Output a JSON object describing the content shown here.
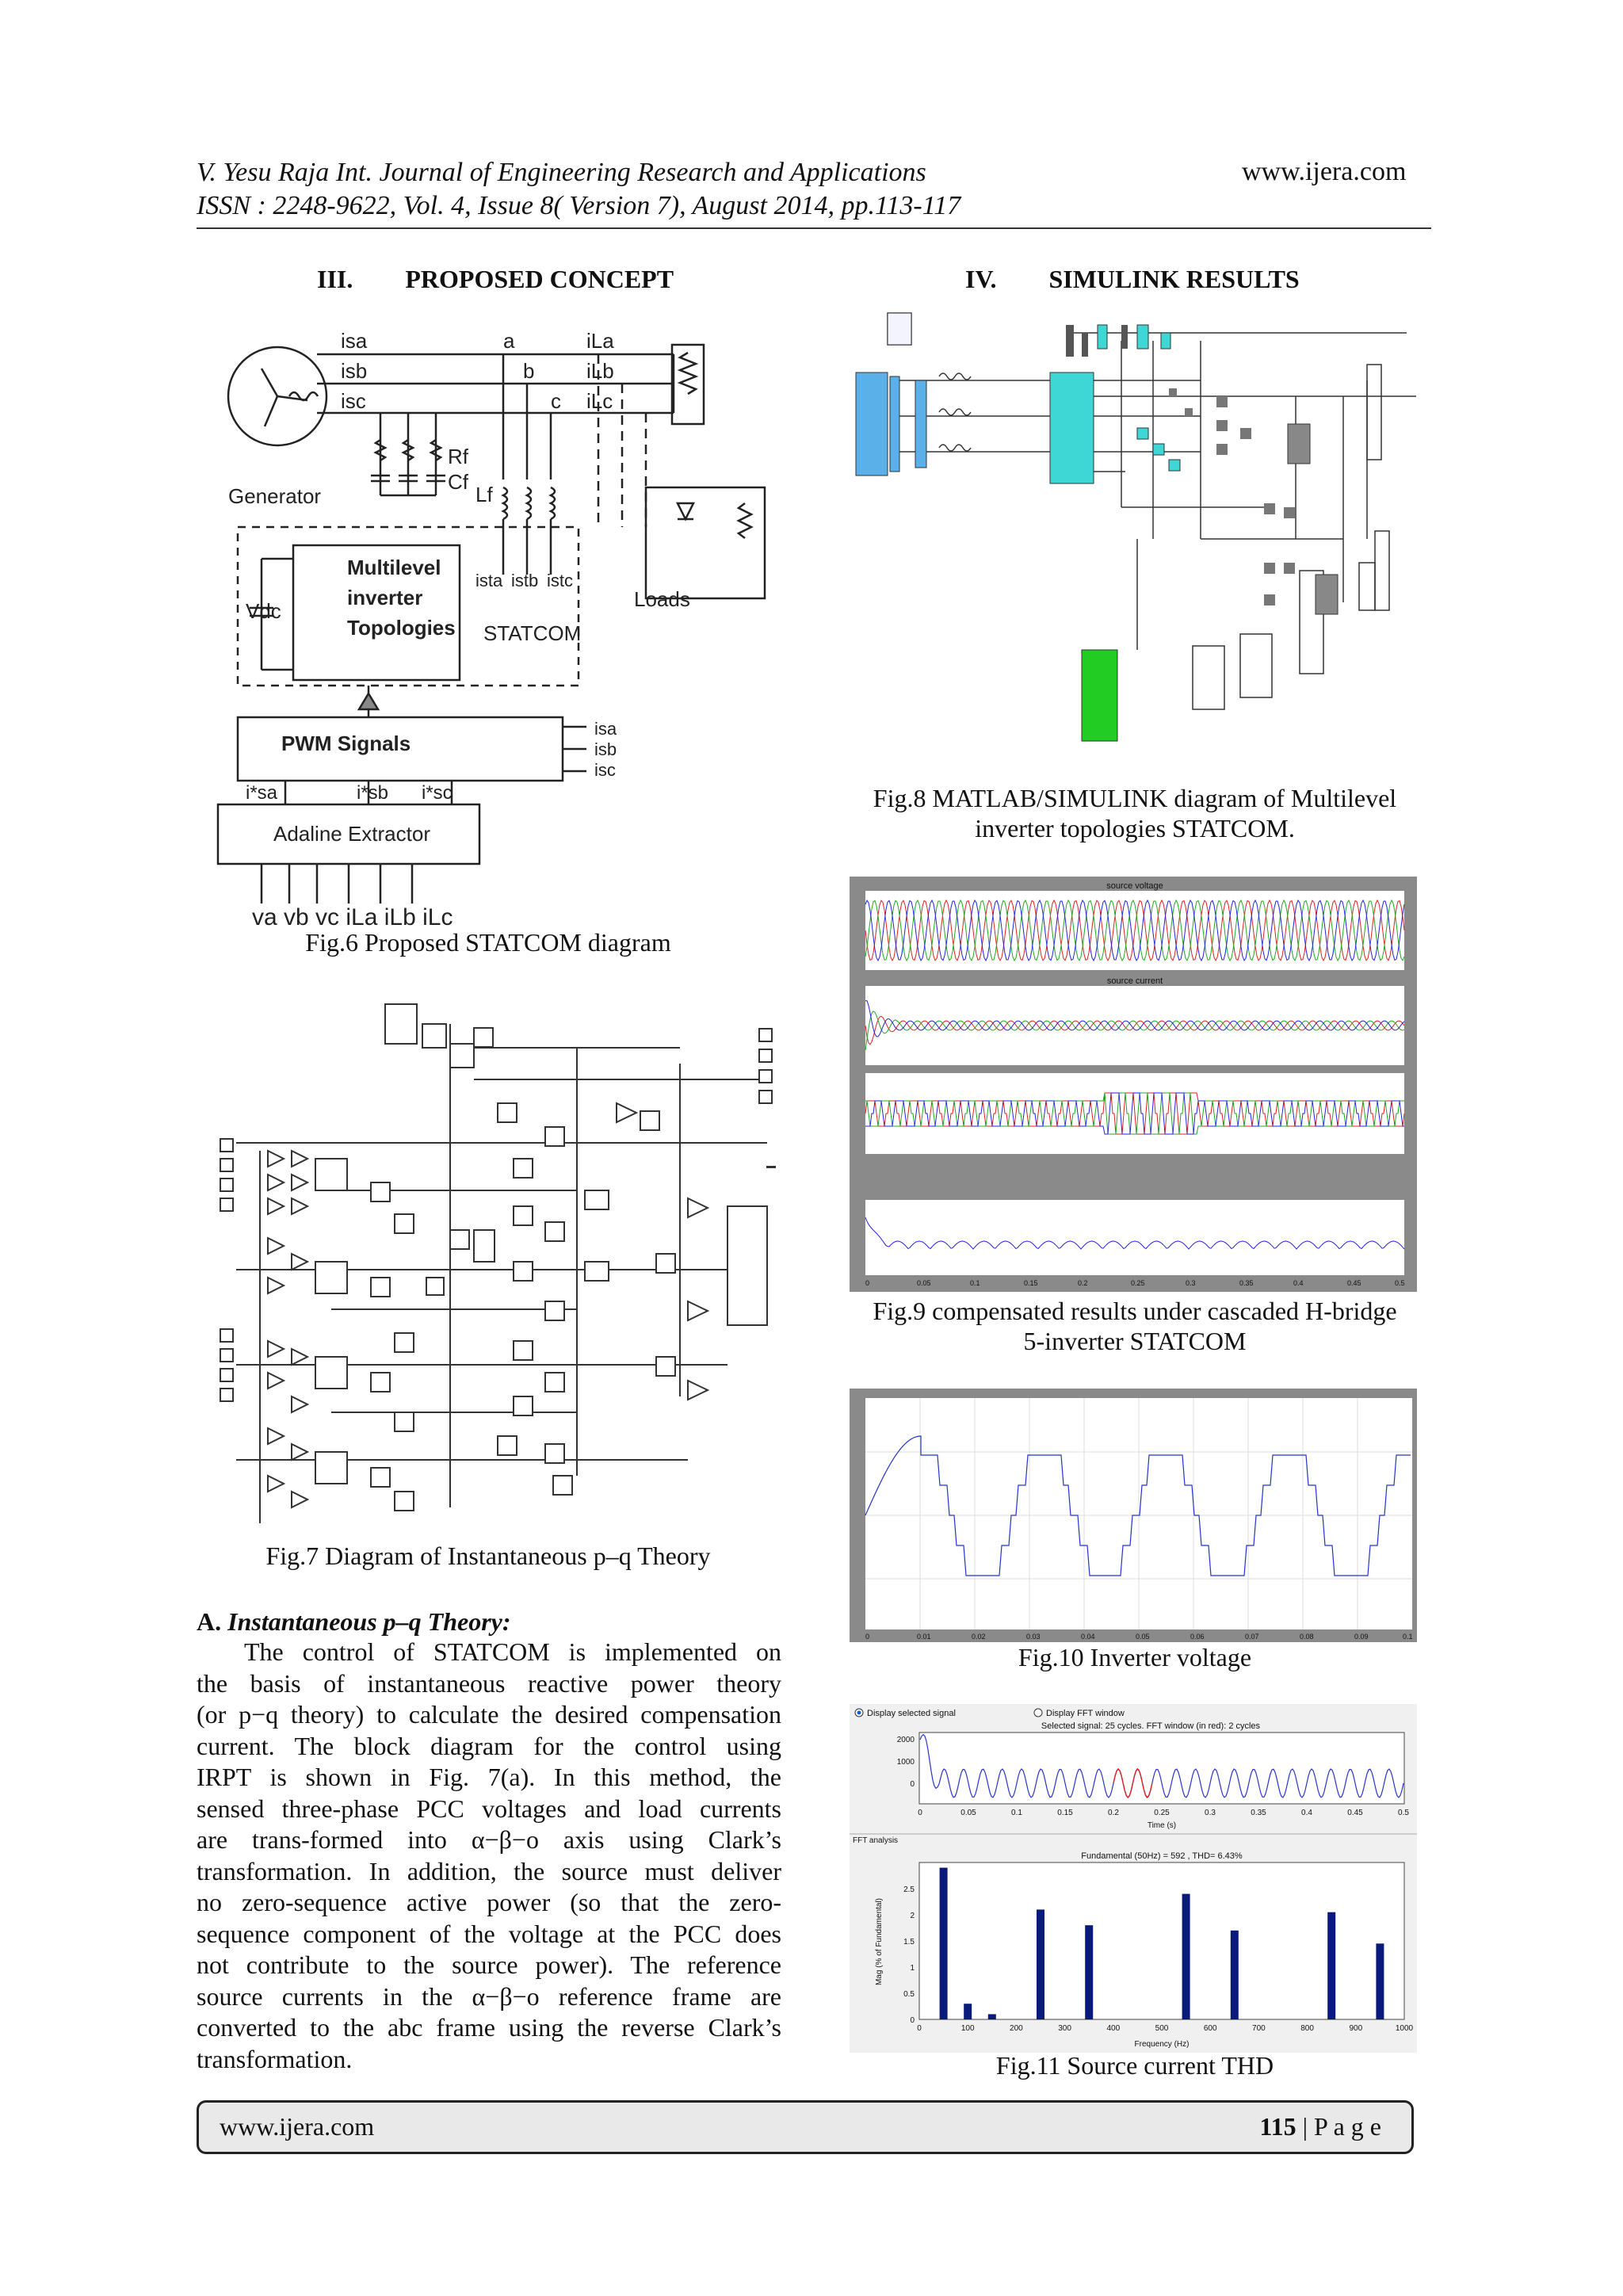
{
  "header": {
    "line1": "V. Yesu Raja Int. Journal of Engineering Research and Applications",
    "site": "www.ijera.com",
    "line2": "ISSN : 2248-9622, Vol. 4, Issue 8( Version 7), August 2014, pp.113-117"
  },
  "sections": {
    "left_num": "III.",
    "left_title": "PROPOSED CONCEPT",
    "right_num": "IV.",
    "right_title": "SIMULINK RESULTS"
  },
  "fig6": {
    "caption": "Fig.6 Proposed STATCOM diagram",
    "labels": {
      "isa": "isa",
      "isb": "isb",
      "isc": "isc",
      "a": "a",
      "b": "b",
      "c": "c",
      "iLa": "iLa",
      "iLb": "iLb",
      "iLc": "iLc",
      "generator": "Generator",
      "rf": "Rf",
      "cf": "Cf",
      "lf": "Lf",
      "ista": "ista",
      "istb": "istb",
      "istc": "istc",
      "loads": "Loads",
      "statcom": "STATCOM",
      "vdc": "Vdc",
      "inv1": "Multilevel",
      "inv2": "inverter",
      "inv3": "Topologies",
      "pwm": "PWM Signals",
      "ref_a": "i*sa",
      "ref_b": "i*sb",
      "ref_c": "i*sc",
      "adaline": "Adaline Extractor",
      "inputs": "va vb vc iLa iLb iLc"
    }
  },
  "fig7": {
    "caption": "Fig.7 Diagram of Instantaneous p–q Theory"
  },
  "fig8": {
    "caption_l1": "Fig.8 MATLAB/SIMULINK diagram of Multilevel",
    "caption_l2": "inverter topologies STATCOM."
  },
  "fig9": {
    "caption_l1": "Fig.9 compensated results under cascaded H-bridge",
    "caption_l2": "5-inverter STATCOM",
    "panel1_title": "source voltage",
    "panel2_title": "source current",
    "x_ticks": [
      "0",
      "0.05",
      "0.1",
      "0.15",
      "0.2",
      "0.25",
      "0.3",
      "0.35",
      "0.4",
      "0.45",
      "0.5"
    ]
  },
  "fig10": {
    "caption": "Fig.10 Inverter voltage",
    "x_ticks": [
      "0",
      "0.01",
      "0.02",
      "0.03",
      "0.04",
      "0.05",
      "0.06",
      "0.07",
      "0.08",
      "0.09",
      "0.1"
    ]
  },
  "fig11": {
    "caption": "Fig.11 Source current THD",
    "opt1": "Display selected signal",
    "opt2": "Display FFT window",
    "signal_info": "Selected signal: 25 cycles. FFT window (in red): 2 cycles",
    "top_y_ticks": [
      "2000",
      "1000",
      "0"
    ],
    "top_x_ticks": [
      "0",
      "0.05",
      "0.1",
      "0.15",
      "0.2",
      "0.25",
      "0.3",
      "0.35",
      "0.4",
      "0.45",
      "0.5"
    ],
    "top_xlabel": "Time (s)",
    "fft_label": "FFT analysis",
    "fft_title": "Fundamental (50Hz) = 592 , THD= 6.43%",
    "ylabel": "Mag (% of Fundamental)",
    "xlabel": "Frequency (Hz)",
    "y_ticks": [
      "0",
      "0.5",
      "1",
      "1.5",
      "2",
      "2.5"
    ],
    "x_ticks": [
      "0",
      "100",
      "200",
      "300",
      "400",
      "500",
      "600",
      "700",
      "800",
      "900",
      "1000"
    ]
  },
  "chart_data": {
    "type": "bar",
    "title": "Fundamental (50Hz) = 592 , THD= 6.43%",
    "xlabel": "Frequency (Hz)",
    "ylabel": "Mag (% of Fundamental)",
    "xlim": [
      0,
      1000
    ],
    "ylim": [
      0,
      3
    ],
    "x": [
      50,
      100,
      150,
      250,
      350,
      550,
      650,
      850,
      950
    ],
    "values": [
      2.9,
      0.3,
      0.1,
      2.1,
      1.8,
      2.4,
      1.7,
      2.05,
      1.45
    ],
    "color": "#0a1a7a"
  },
  "section_a": {
    "label": "A.",
    "title": "Instantaneous p–q Theory:",
    "paragraph": [
      "The control of STATCOM is implemented on",
      "the basis of instantaneous reactive power theory",
      "(or p−q theory) to calculate the desired compensation",
      "current. The block diagram for the control using",
      "IRPT is shown in Fig. 7(a). In this method, the",
      "sensed three-phase PCC voltages and load currents",
      "are trans-formed into α−β−o axis using Clark’s",
      "transformation. In addition, the source must deliver",
      "no zero-sequence active power (so that the zero-",
      "sequence component of the voltage at the PCC does",
      "not contribute to the source power). The reference",
      "source currents in the α−β−o reference frame are",
      "converted to the abc frame using the reverse Clark’s",
      "transformation."
    ]
  },
  "footer": {
    "site": "www.ijera.com",
    "page": "115",
    "page_label": "| P a g e"
  }
}
